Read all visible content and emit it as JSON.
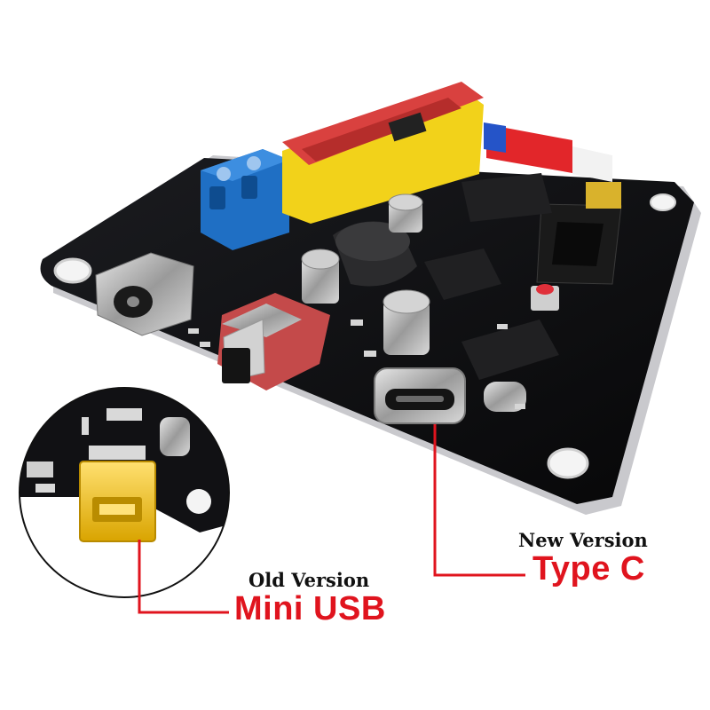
{
  "colors": {
    "callout_red": "#e0141e",
    "label_dark": "#111111",
    "board_black": "#0c0c0e",
    "board_edge": "#c8c8cc",
    "terminal_blue": "#1f6fc4",
    "driver_red": "#d9413f",
    "driver_yellow": "#f2d21a",
    "usb_gold": "#f5c518"
  },
  "callouts": {
    "old_version_caption": "Old Version",
    "old_version_name": "Mini USB",
    "new_version_caption": "New Version",
    "new_version_name": "Type C"
  },
  "icons": {
    "board": "pcb-board-illustration",
    "inset": "magnified-mini-usb-inset",
    "type_c": "usb-type-c-port",
    "mini_usb": "mini-usb-port"
  }
}
